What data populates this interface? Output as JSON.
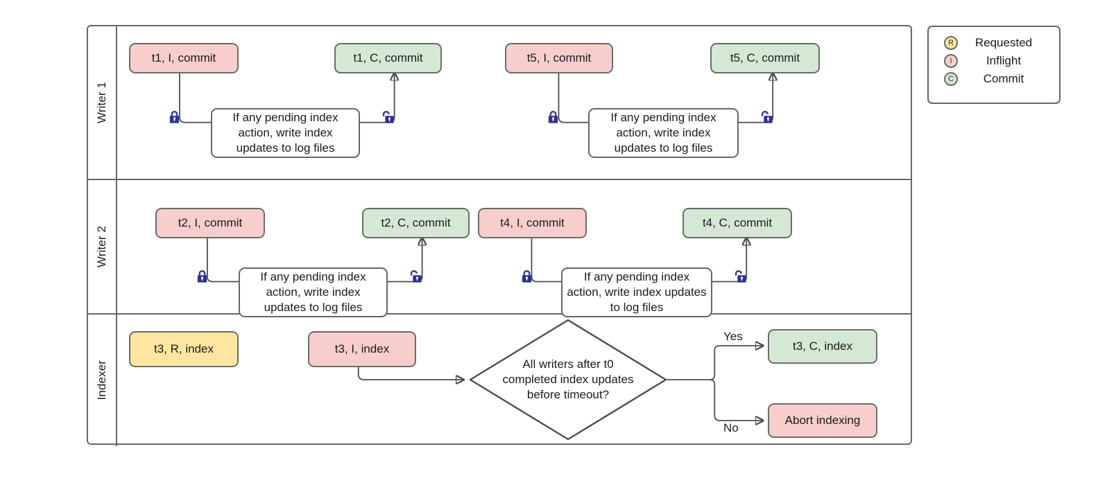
{
  "diagram": {
    "title": "Writer / Indexer concurrency swimlane",
    "colors": {
      "inflight": "#f8cecc",
      "commit": "#d5e8d4",
      "requested": "#ffe6a0",
      "border": "#6b6b6b",
      "lane_border": "#666666",
      "lock": "#2e3191",
      "edge": "#4d4d4d"
    }
  },
  "lanes": [
    {
      "label": "Writer 1"
    },
    {
      "label": "Writer 2"
    },
    {
      "label": "Indexer"
    }
  ],
  "writer1": {
    "start_node": "t1, I, commit",
    "process_node": "If any pending index action, write index updates to log files",
    "end_node": "t1, C, commit",
    "start_node_2": "t5, I, commit",
    "process_node_2": "If any pending index action, write index updates to log files",
    "end_node_2": "t5, C, commit",
    "lock_closed_icon": "lock-closed-icon",
    "lock_open_icon": "lock-open-icon"
  },
  "writer2": {
    "start_node": "t2, I, commit",
    "process_node": "If any pending index action, write index updates to log files",
    "end_node": "t2, C, commit",
    "start_node_2": "t4, I, commit",
    "process_node_2": "If any pending index action, write index updates to log files",
    "end_node_2": "t4, C, commit",
    "lock_closed_icon": "lock-closed-icon",
    "lock_open_icon": "lock-open-icon"
  },
  "indexer": {
    "requested_node": "t3, R, index",
    "inflight_node": "t3, I, index",
    "decision_node": "All writers after t0 completed index updates before timeout?",
    "decision_line_1": "All writers after t0",
    "decision_line_2": "completed index updates",
    "decision_line_3": "before timeout?",
    "yes_label": "Yes",
    "no_label": "No",
    "yes_node": "t3, C, index",
    "no_node": "Abort indexing"
  },
  "legend": {
    "items": [
      {
        "badge": "R",
        "label": "Requested",
        "color": "#ffe6a0"
      },
      {
        "badge": "I",
        "label": "Inflight",
        "color": "#f8cecc"
      },
      {
        "badge": "C",
        "label": "Commit",
        "color": "#d5e8d4"
      }
    ]
  }
}
